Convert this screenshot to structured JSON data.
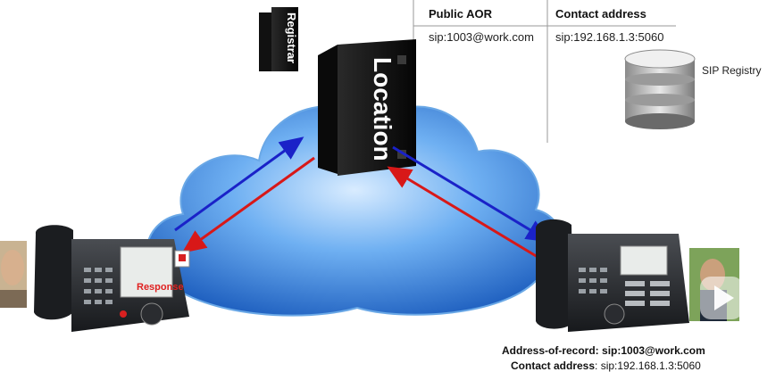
{
  "registry_table": {
    "headers": [
      "Public AOR",
      "Contact address"
    ],
    "rows": [
      [
        "sip:1003@work.com",
        "sip:192.168.1.3:5060"
      ]
    ]
  },
  "registry_label": "SIP Registry",
  "servers": {
    "registrar": "Registrar",
    "location": "Location"
  },
  "phone_screen": {
    "response_label": "Response"
  },
  "footer": {
    "line1": "Address-of-record: sip:1003@work.com",
    "line2_label": "Contact address",
    "line2_value": ": sip:192.168.1.3:5060"
  },
  "colors": {
    "request_arrow": "#1a22c8",
    "response_arrow": "#d81818",
    "cloud": "#3f8fe0"
  },
  "icons": [
    "database-icon",
    "server-icon",
    "ip-phone-icon",
    "cloud-icon",
    "play-icon",
    "avatar"
  ]
}
